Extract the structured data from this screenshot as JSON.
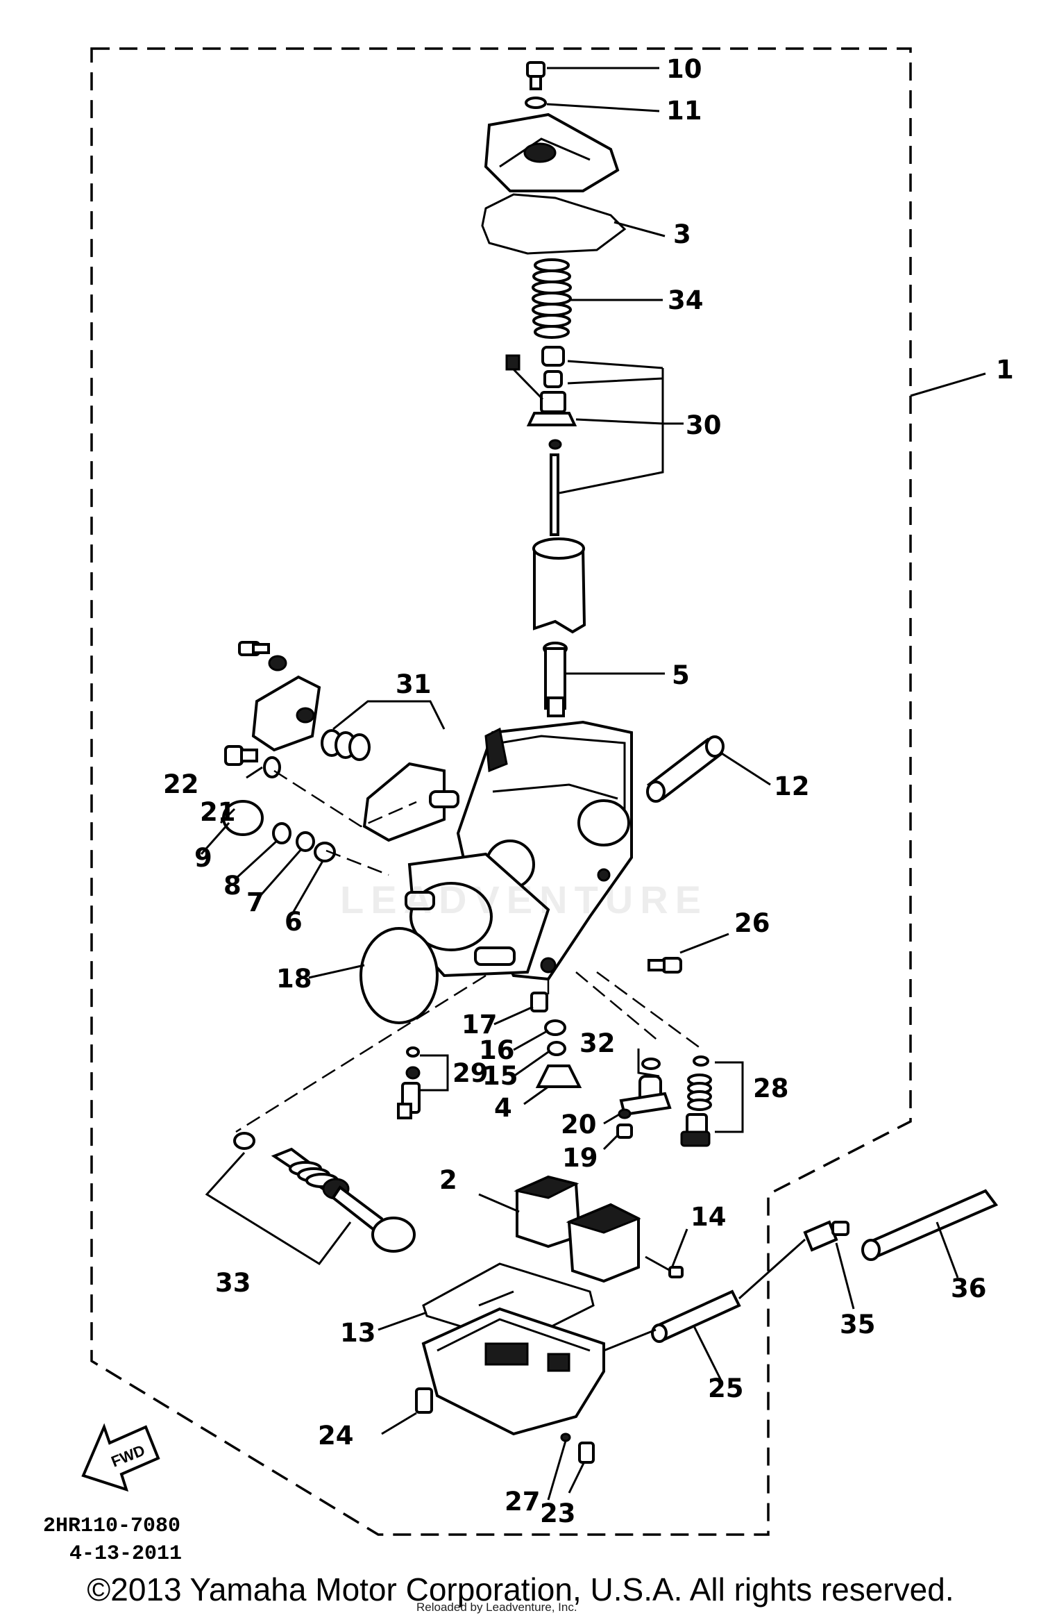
{
  "diagram": {
    "code": "2HR110-7080",
    "date": "4-13-2011",
    "direction_label": "FWD",
    "watermark": "LEADVENTURE",
    "callouts": {
      "n1": "1",
      "n2": "2",
      "n3": "3",
      "n4": "4",
      "n5": "5",
      "n6": "6",
      "n7": "7",
      "n8": "8",
      "n9": "9",
      "n10": "10",
      "n11": "11",
      "n12": "12",
      "n13": "13",
      "n14": "14",
      "n15": "15",
      "n16": "16",
      "n17": "17",
      "n18": "18",
      "n19": "19",
      "n20": "20",
      "n21": "21",
      "n22": "22",
      "n23": "23",
      "n24": "24",
      "n25": "25",
      "n26": "26",
      "n27": "27",
      "n28": "28",
      "n29": "29",
      "n30": "30",
      "n31": "31",
      "n32": "32",
      "n33": "33",
      "n34": "34",
      "n35": "35",
      "n36": "36"
    }
  },
  "footer": {
    "copyright": "©2013 Yamaha Motor Corporation, U.S.A. All rights reserved.",
    "reloaded": "Reloaded by Leadventure, Inc."
  }
}
